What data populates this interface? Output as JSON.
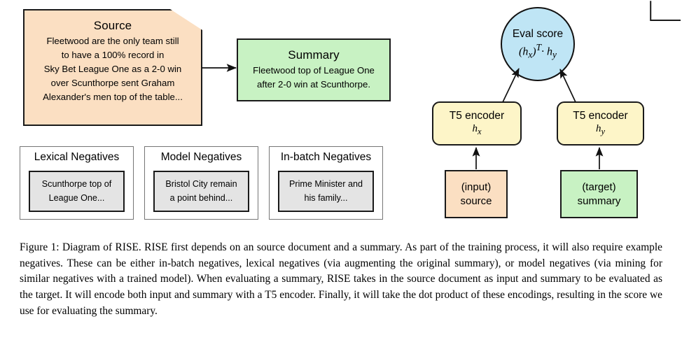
{
  "figure": {
    "source_doc": {
      "title": "Source",
      "lines": [
        "Fleetwood are the only team still",
        "to have a 100% record in",
        "Sky Bet League One as a 2-0 win",
        "over Scunthorpe sent Graham",
        "Alexander's men top of the table..."
      ]
    },
    "summary_box": {
      "title": "Summary",
      "lines": [
        "Fleetwood top of League One",
        "after 2-0 win at Scunthorpe."
      ]
    },
    "negatives": [
      {
        "title": "Lexical Negatives",
        "lines": [
          "Scunthorpe top of",
          "League One..."
        ]
      },
      {
        "title": "Model Negatives",
        "lines": [
          "Bristol City remain",
          "a point behind..."
        ]
      },
      {
        "title": "In-batch Negatives",
        "lines": [
          "Prime Minister and",
          "his family..."
        ]
      }
    ],
    "eval_score": {
      "label": "Eval score",
      "formula_plain": "(h_x)^T · h_y",
      "formula_parts": {
        "open": "(h",
        "sub_left": "x",
        "close_sup": ")",
        "sup": "T",
        "dot": "·  h",
        "sub_right": "y"
      }
    },
    "encoders": [
      {
        "title": "T5 encoder",
        "sub_base": "h",
        "sub_script": "x"
      },
      {
        "title": "T5 encoder",
        "sub_base": "h",
        "sub_script": "y"
      }
    ],
    "leaves": [
      {
        "line1": "(input)",
        "line2": "source"
      },
      {
        "line1": "(target)",
        "line2": "summary"
      }
    ],
    "colors": {
      "source_fill": "#fbdfc2",
      "summary_fill": "#c8f2c3",
      "encoder_fill": "#fdf5c8",
      "eval_fill": "#bfe5f5",
      "negative_fill": "#e4e4e4",
      "stroke": "#1a1a1a"
    }
  },
  "caption": {
    "label": "Figure 1:",
    "text": "Diagram of RISE. RISE first depends on an source document and a summary. As part of the training process, it will also require example negatives. These can be either in-batch negatives, lexical negatives (via augmenting the original summary), or model negatives (via mining for similar negatives with a trained model). When evaluating a summary, RISE takes in the source document as input and summary to be evaluated as the target. It will encode both input and summary with a T5 encoder. Finally, it will take the dot product of these encodings, resulting in the score we use for evaluating the summary."
  }
}
